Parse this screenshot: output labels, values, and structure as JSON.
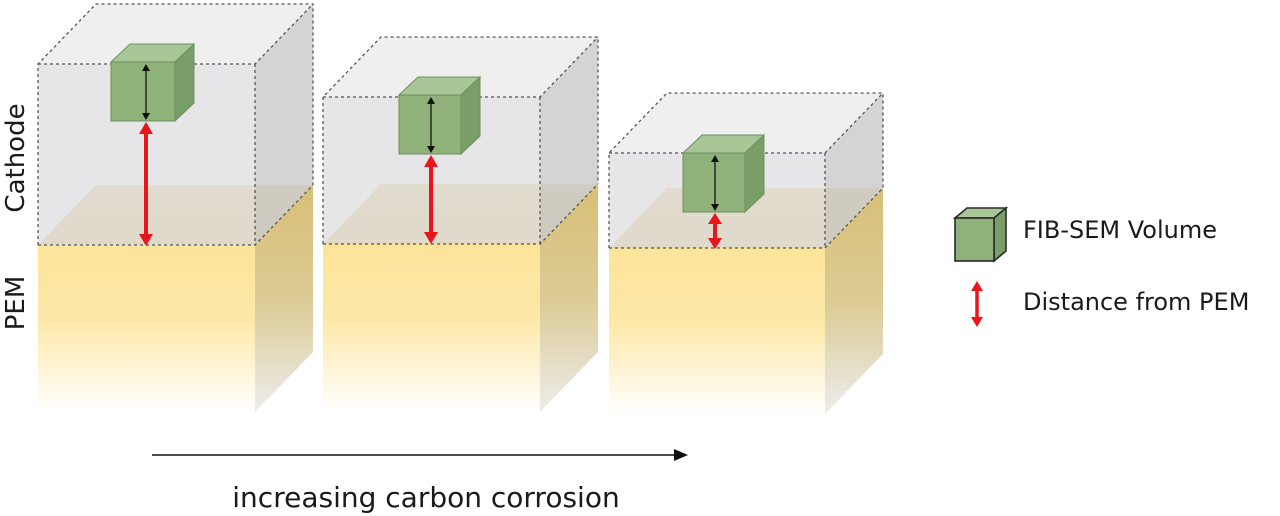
{
  "labels": {
    "cathode": "Cathode",
    "pem": "PEM",
    "arrow_caption": "increasing carbon corrosion"
  },
  "legend": {
    "volume_label": "FIB-SEM Volume",
    "distance_label": "Distance from PEM"
  },
  "colors": {
    "pem_front_top": "#fde49a",
    "pem_side": "#d9c07a",
    "cathode_front": "#e3e3e5",
    "cathode_side": "#c9c9cb",
    "volume_front": "#8fb27a",
    "volume_top": "#a7c796",
    "volume_side": "#7a9e68",
    "distance_arrow": "#e8151b"
  }
}
